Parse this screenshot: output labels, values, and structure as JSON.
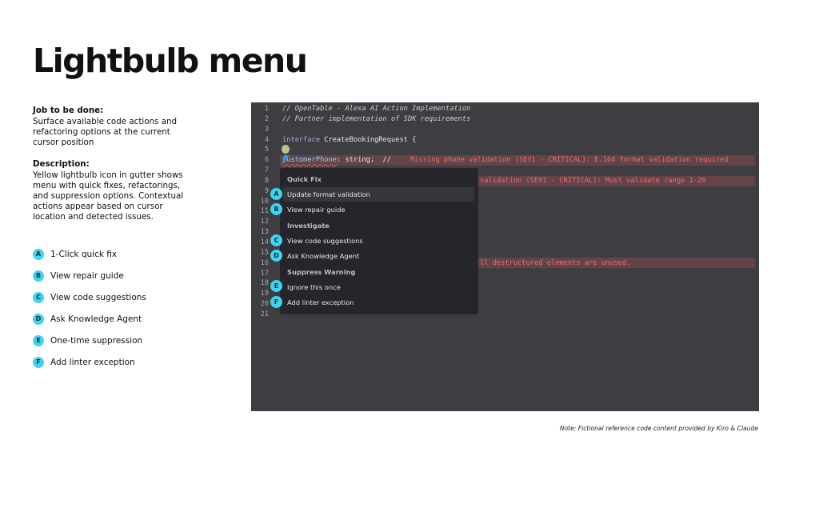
{
  "title": "Lightbulb menu",
  "job": {
    "heading": "Job to be done:",
    "text": "Surface available code actions and refactoring options at the current cursor position"
  },
  "description": {
    "heading": "Description:",
    "text": "Yellow lightbulb icon in gutter shows menu with quick fixes, refactorings, and suppression options. Contextual actions appear based on cursor location and detected issues."
  },
  "legend": [
    {
      "badge": "A",
      "label": "1-Click quick fix"
    },
    {
      "badge": "B",
      "label": "View repair guide"
    },
    {
      "badge": "C",
      "label": "View code suggestions"
    },
    {
      "badge": "D",
      "label": "Ask Knowledge Agent"
    },
    {
      "badge": "E",
      "label": "One-time suppression"
    },
    {
      "badge": "F",
      "label": "Add linter exception"
    }
  ],
  "editor": {
    "line_numbers": [
      "1",
      "2",
      "3",
      "4",
      "5",
      "6",
      "7",
      "8",
      "9",
      "10",
      "11",
      "12",
      "13",
      "14",
      "15",
      "16",
      "17",
      "18",
      "19",
      "20",
      "21"
    ],
    "line1": "// OpenTable - Alexa AI Action Implementation",
    "line2": "// Partner implementation of SDK requirements",
    "line4_kw": "interface",
    "line4_name": " CreateBookingRequest {",
    "line6_prop": "customerPhone",
    "line6_rest": ": string;  //",
    "line6_err": "Missing phone validation (SEV1 - CRITICAL): E.164 format validation required",
    "line8_err": "validation (SEV1 - CRITICAL): Must validate range 1-20",
    "line16_err": "ll destructured elements are unused."
  },
  "menu": {
    "sections": [
      "Quick Fix",
      "Investigate",
      "Suppress Warning"
    ],
    "items": [
      {
        "badge": "A",
        "label": "Update format validation"
      },
      {
        "badge": "B",
        "label": "View repair guide"
      },
      {
        "badge": "C",
        "label": "View code suggestions"
      },
      {
        "badge": "D",
        "label": "Ask Knowledge Agent"
      },
      {
        "badge": "E",
        "label": "Ignore this once"
      },
      {
        "badge": "F",
        "label": "Add linter exception"
      }
    ]
  },
  "note": "Note: Fictional reference code content provided by Kiro & Claude"
}
